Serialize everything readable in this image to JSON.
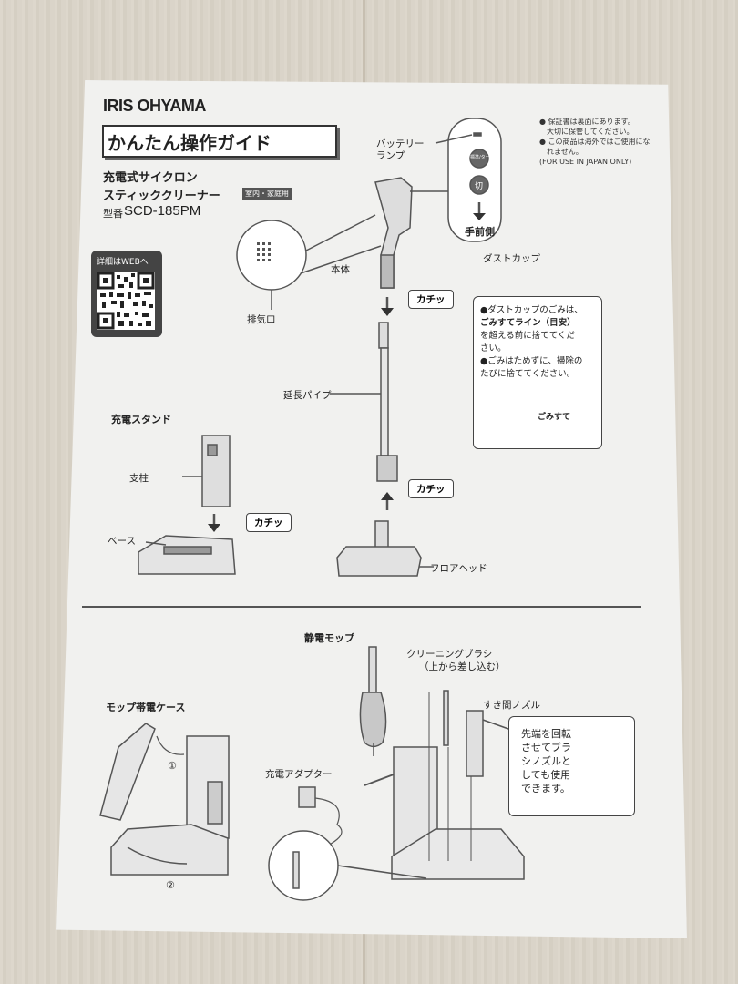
{
  "header": {
    "brand": "IRIS OHYAMA",
    "title": "かんたん操作ガイド",
    "product_line1": "充電式サイクロン",
    "product_line2": "スティッククリーナー",
    "badge": "室内・家庭用",
    "model_label": "型番",
    "model": "SCD-185PM"
  },
  "qr": {
    "label": "詳細はWEBへ"
  },
  "notes": [
    "● 保証書は裏面にあります。",
    "　大切に保管してください。",
    "● この商品は海外ではご使用にな",
    "　れません。",
    "(FOR USE IN JAPAN ONLY)"
  ],
  "control_panel": {
    "battery_lamp_line1": "バッテリー",
    "battery_lamp_line2": "ランプ",
    "button_mode": "標準/ターボ",
    "button_off": "切",
    "front_side": "手前側"
  },
  "labels": {
    "body": "本体",
    "dust_cup": "ダストカップ",
    "exhaust": "排気口",
    "kachi": "カチッ",
    "extension_pipe": "延長パイプ",
    "floor_head": "フロアヘッド",
    "charging_stand": "充電スタンド",
    "pillar": "支柱",
    "base": "ベース",
    "static_mop": "静電モップ",
    "cleaning_brush": "クリーニングブラシ",
    "cleaning_brush_note": "（上から差し込む）",
    "gap_nozzle": "すき間ノズル",
    "mop_case": "モップ帯電ケース",
    "charger_adapter": "充電アダプター",
    "step1": "①",
    "step2": "②",
    "gomisute": "ごみすて"
  },
  "dust_callout": {
    "line1": "●ダストカップのごみは、",
    "line2": "ごみすてライン（目安）",
    "line3": "を超える前に捨ててくだ",
    "line4": "さい。",
    "line5": "●ごみはためずに、掃除の",
    "line6": "たびに捨ててください。"
  },
  "nozzle_callout": {
    "line1": "先端を回転",
    "line2": "させてブラ",
    "line3": "シノズルと",
    "line4": "しても使用",
    "line5": "できます。"
  }
}
